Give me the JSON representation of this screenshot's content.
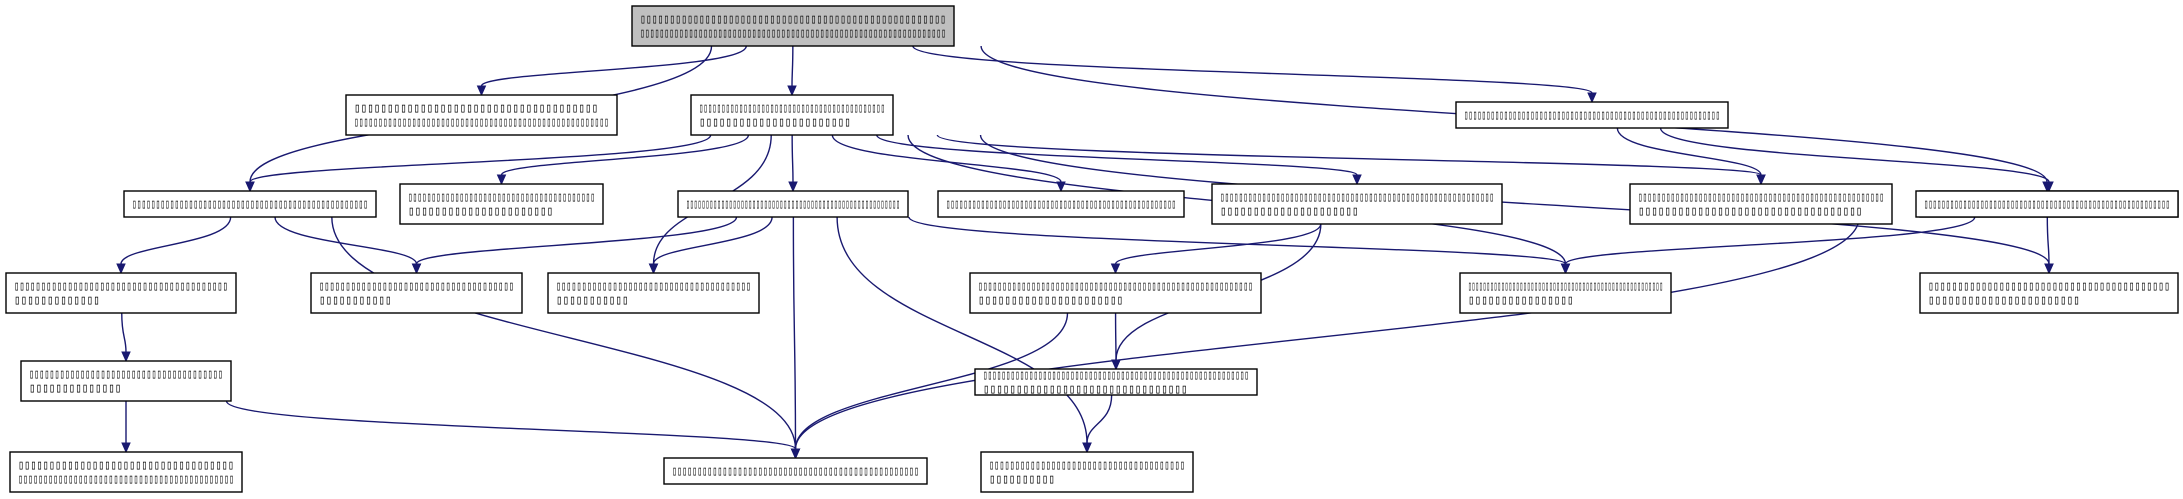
{
  "diagram": {
    "edge_color": "#191970",
    "root_fill": "#bfbfbf",
    "nodes": [
      {
        "id": "n0",
        "lines": [
          "▯▯▯▯▯▯▯▯▯▯▯▯▯▯▯▯▯▯▯▯▯▯▯▯▯▯▯▯▯▯▯▯▯▯▯▯▯▯▯▯▯▯▯▯▯▯▯▯▯▯▯▯",
          "▯▯▯▯▯▯▯▯▯▯▯▯▯▯▯▯▯▯▯▯▯▯▯▯▯▯▯▯▯▯▯▯▯▯▯▯▯▯▯▯▯▯▯▯▯▯▯▯▯▯▯▯▯▯▯▯▯▯▯▯▯▯▯"
        ],
        "root": true
      },
      {
        "id": "n1",
        "lines": [
          "▯▯▯▯▯▯▯▯▯▯▯▯▯▯▯▯▯▯▯▯▯▯▯▯▯▯▯▯▯▯▯▯▯▯▯▯▯",
          "▯▯▯▯▯▯▯▯▯▯▯▯▯▯▯▯▯▯▯▯▯▯▯▯▯▯▯▯▯▯▯▯▯▯▯▯▯▯▯▯▯▯▯▯▯▯▯▯▯▯▯▯▯"
        ]
      },
      {
        "id": "n2",
        "lines": [
          "▯▯▯▯▯▯▯▯▯▯▯▯▯▯▯▯▯▯▯▯▯▯▯▯▯▯▯▯▯▯▯▯▯▯▯▯▯▯▯▯▯▯",
          "▯▯▯▯▯▯▯▯▯▯▯▯▯▯▯▯▯▯▯▯▯▯▯"
        ]
      },
      {
        "id": "n3",
        "lines": [
          "▯▯▯▯▯▯▯▯▯▯▯▯▯▯▯▯▯▯▯▯▯▯▯▯▯▯▯▯▯▯▯▯▯▯▯▯▯▯▯▯▯▯▯▯▯▯▯▯▯▯▯▯▯▯▯▯▯▯"
        ]
      },
      {
        "id": "n4",
        "lines": [
          "▯▯▯▯▯▯▯▯▯▯▯▯▯▯▯▯▯▯▯▯▯▯▯▯▯▯▯▯▯▯▯▯▯▯▯▯▯▯▯▯▯▯▯▯▯▯▯▯▯▯▯▯▯"
        ]
      },
      {
        "id": "n5",
        "lines": [
          "▯▯▯▯▯▯▯▯▯▯▯▯▯▯▯▯▯▯▯▯▯▯▯▯▯▯▯▯▯▯▯▯▯▯▯▯▯▯▯▯",
          "▯▯▯▯▯▯▯▯▯▯▯▯▯▯▯▯▯▯▯▯▯▯"
        ]
      },
      {
        "id": "n6",
        "lines": [
          "▯▯▯▯▯▯▯▯▯▯▯▯▯▯▯▯▯▯▯▯▯▯▯▯▯▯▯▯▯▯▯▯▯▯▯▯▯▯▯▯▯▯▯▯▯▯▯▯▯▯"
        ]
      },
      {
        "id": "n7",
        "lines": [
          "▯▯▯▯▯▯▯▯▯▯▯▯▯▯▯▯▯▯▯▯▯▯▯▯▯▯▯▯▯▯▯▯▯▯▯▯▯▯▯▯▯▯▯▯▯▯▯▯▯▯▯▯▯▯▯"
        ]
      },
      {
        "id": "n8",
        "lines": [
          "▯▯▯▯▯▯▯▯▯▯▯▯▯▯▯▯▯▯▯▯▯▯▯▯▯▯▯▯▯▯▯▯▯▯▯▯▯▯▯▯▯▯▯▯▯▯▯▯▯▯▯▯▯▯▯▯▯▯▯",
          "▯▯▯▯▯▯▯▯▯▯▯▯▯▯▯▯▯▯▯▯▯"
        ]
      },
      {
        "id": "n9",
        "lines": [
          "▯▯▯▯▯▯▯▯▯▯▯▯▯▯▯▯▯▯▯▯▯▯▯▯▯▯▯▯▯▯▯▯▯▯▯▯▯▯▯▯▯▯▯▯▯▯▯▯▯▯▯▯▯",
          "▯▯▯▯▯▯▯▯▯▯▯▯▯▯▯▯▯▯▯▯▯▯▯▯▯▯▯▯▯▯▯▯▯▯"
        ]
      },
      {
        "id": "n10",
        "lines": [
          "▯▯▯▯▯▯▯▯▯▯▯▯▯▯▯▯▯▯▯▯▯▯▯▯▯▯▯▯▯▯▯▯▯▯▯▯▯▯▯▯▯▯▯▯▯▯▯▯▯▯▯▯▯▯▯▯▯▯▯▯"
        ]
      },
      {
        "id": "n11",
        "lines": [
          "▯▯▯▯▯▯▯▯▯▯▯▯▯▯▯▯▯▯▯▯▯▯▯▯▯▯▯▯▯▯▯▯▯▯▯▯▯▯▯▯▯▯▯▯▯▯▯▯▯▯▯▯▯",
          "▯▯▯▯▯▯▯▯▯▯▯▯▯▯▯▯"
        ]
      },
      {
        "id": "n12",
        "lines": [
          "▯▯▯▯▯▯▯▯▯▯▯▯▯▯▯▯▯▯▯▯▯▯▯▯▯▯▯▯▯▯▯▯▯▯▯▯▯▯▯▯",
          "▯▯▯▯▯▯▯▯▯▯▯▯▯"
        ]
      },
      {
        "id": "n13",
        "lines": [
          "▯▯▯▯▯▯▯▯▯▯▯▯▯▯▯▯▯▯▯▯▯▯▯▯▯▯▯▯▯▯▯▯▯▯▯▯▯",
          "▯▯▯▯▯▯▯▯▯▯▯"
        ]
      },
      {
        "id": "n14",
        "lines": [
          "▯▯▯▯▯▯▯▯▯▯▯▯▯▯▯▯▯▯▯▯▯▯▯▯▯▯▯▯▯▯▯▯▯▯▯▯▯▯",
          "▯▯▯▯▯▯▯▯▯▯▯"
        ]
      },
      {
        "id": "n15",
        "lines": [
          "▯▯▯▯▯▯▯▯▯▯▯▯▯▯▯▯▯▯▯▯▯▯▯▯▯▯▯▯▯▯▯▯▯▯▯▯▯▯▯▯▯",
          "▯▯▯▯▯▯▯▯▯▯▯▯▯▯▯▯▯▯▯▯▯▯▯"
        ]
      },
      {
        "id": "n16",
        "lines": [
          "▯▯▯▯▯▯▯▯▯▯▯▯▯▯▯▯▯▯▯▯▯▯▯▯▯▯▯▯▯▯▯▯▯▯▯▯▯▯▯▯▯▯▯▯▯▯▯▯▯▯▯▯▯▯▯▯▯",
          "▯▯▯▯▯▯▯▯▯▯▯▯▯▯▯▯▯▯▯▯▯▯"
        ]
      },
      {
        "id": "n17",
        "lines": [
          "▯▯▯▯▯▯▯▯▯▯▯▯▯▯▯▯▯▯▯▯▯▯▯▯▯▯▯▯▯▯▯▯▯▯▯▯▯▯▯▯▯▯▯▯▯▯▯▯▯▯▯▯▯▯▯▯▯▯",
          "▯▯▯▯▯▯▯▯▯▯▯▯▯▯▯▯▯▯▯▯▯▯▯▯▯▯▯▯▯▯▯"
        ]
      },
      {
        "id": "n18",
        "lines": [
          "▯▯▯▯▯▯▯▯▯▯▯▯▯▯▯▯▯▯▯▯▯▯▯▯▯▯▯▯▯▯▯▯▯▯▯▯▯▯",
          "▯▯▯▯▯▯▯▯▯▯▯▯▯▯"
        ]
      },
      {
        "id": "n19",
        "lines": [
          "▯▯▯▯▯▯▯▯▯▯▯▯▯▯▯▯▯▯▯▯▯▯▯▯▯▯▯▯▯▯▯▯▯▯▯▯▯▯▯▯▯▯▯▯▯▯▯▯▯▯▯▯▯▯▯▯▯"
        ]
      },
      {
        "id": "n20",
        "lines": [
          "▯▯▯▯▯▯▯▯▯▯▯▯▯▯▯▯▯▯▯▯▯▯▯▯▯▯▯▯▯▯▯▯▯▯▯",
          "▯▯▯▯▯▯▯▯▯▯▯▯▯▯▯▯▯▯▯▯▯▯▯▯▯▯▯▯▯▯▯▯▯▯▯▯▯▯▯▯▯▯▯"
        ]
      },
      {
        "id": "n21",
        "lines": [
          "▯▯▯▯▯▯▯▯▯▯▯▯▯▯▯▯▯▯▯▯▯▯▯▯▯▯▯▯▯▯▯▯▯▯▯▯▯▯▯▯▯▯▯▯▯▯▯▯▯"
        ]
      },
      {
        "id": "n22",
        "lines": [
          "▯▯▯▯▯▯▯▯▯▯▯▯▯▯▯▯▯▯▯▯▯▯▯▯▯▯▯▯▯▯▯▯▯▯▯▯▯▯",
          "▯▯▯▯▯▯▯▯▯▯"
        ]
      }
    ],
    "edges": [
      [
        "n0",
        "n1"
      ],
      [
        "n0",
        "n2"
      ],
      [
        "n0",
        "n3"
      ],
      [
        "n0",
        "n19"
      ],
      [
        "n0",
        "n6"
      ],
      [
        "n2",
        "n6"
      ],
      [
        "n2",
        "n7"
      ],
      [
        "n2",
        "n8"
      ],
      [
        "n2",
        "n9"
      ],
      [
        "n2",
        "n11"
      ],
      [
        "n2",
        "n5"
      ],
      [
        "n2",
        "n14"
      ],
      [
        "n2",
        "n15"
      ],
      [
        "n3",
        "n9"
      ],
      [
        "n3",
        "n10"
      ],
      [
        "n6",
        "n12"
      ],
      [
        "n6",
        "n13"
      ],
      [
        "n6",
        "n21"
      ],
      [
        "n7",
        "n13"
      ],
      [
        "n7",
        "n14"
      ],
      [
        "n7",
        "n11"
      ],
      [
        "n7",
        "n21"
      ],
      [
        "n7",
        "n22"
      ],
      [
        "n8",
        "n16"
      ],
      [
        "n8",
        "n17"
      ],
      [
        "n12",
        "n18"
      ],
      [
        "n18",
        "n20"
      ],
      [
        "n18",
        "n21"
      ],
      [
        "n16",
        "n17"
      ],
      [
        "n16",
        "n21"
      ],
      [
        "n17",
        "n22"
      ],
      [
        "n19",
        "n11"
      ],
      [
        "n19",
        "n21"
      ],
      [
        "n19",
        "n15"
      ]
    ]
  }
}
